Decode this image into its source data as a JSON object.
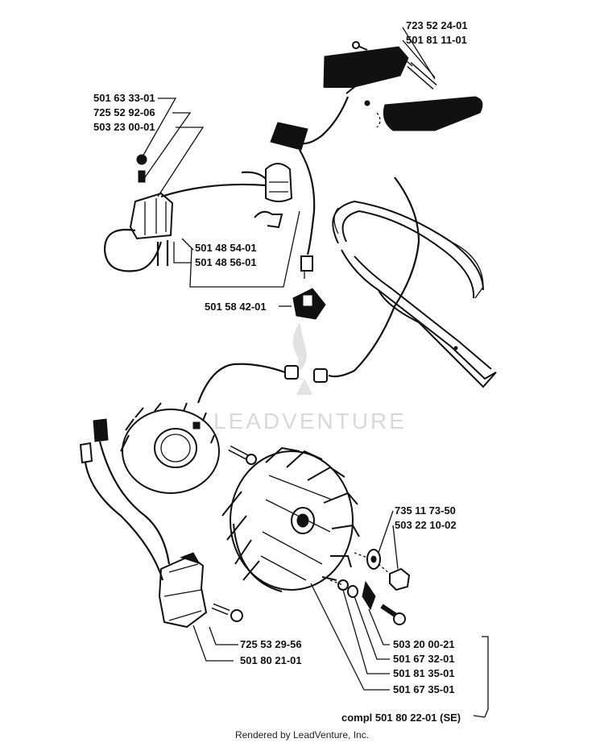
{
  "watermark": "LEADVENTURE",
  "footer": "Rendered by LeadVenture, Inc.",
  "labels": {
    "p1": "723 52 24-01",
    "p2": "501 81 11-01",
    "p3": "501 63 33-01",
    "p4": "725 52 92-06",
    "p5": "503 23 00-01",
    "p6": "501 48 54-01",
    "p7": "501 48 56-01",
    "p8": "501 58 42-01",
    "p9": "735 11 73-50",
    "p10": "503 22 10-02",
    "p11": "725 53 29-56",
    "p12": "501 80 21-01",
    "p13": "503 20 00-21",
    "p14": "501 67 32-01",
    "p15": "501 81 35-01",
    "p16": "501 67 35-01",
    "p17": "compl 501 80 22-01 (SE)"
  }
}
